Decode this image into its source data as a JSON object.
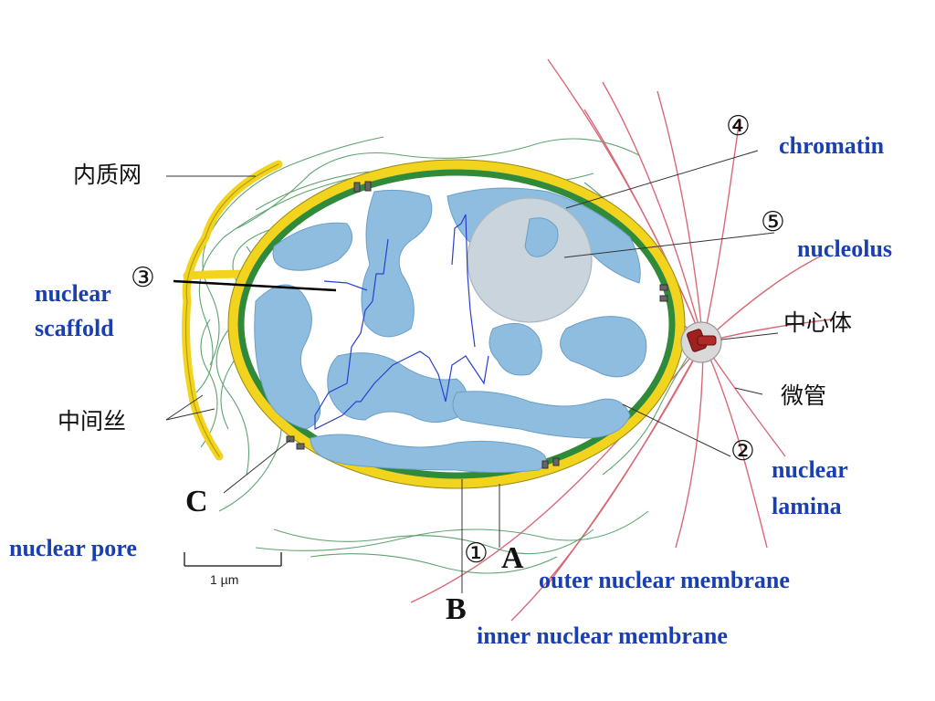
{
  "labels": {
    "chromatin": "chromatin",
    "nucleolus": "nucleolus",
    "nuclear_scaffold_line1": "nuclear",
    "nuclear_scaffold_line2": "scaffold",
    "nuclear_lamina_line1": "nuclear",
    "nuclear_lamina_line2": "lamina",
    "nuclear_pore": "nuclear pore",
    "outer_nuclear_membrane": "outer nuclear membrane",
    "inner_nuclear_membrane": "inner nuclear membrane",
    "endoplasmic_reticulum_cn": "内质网",
    "centrosome_cn": "中心体",
    "microtubule_cn": "微管",
    "intermediate_filament_cn": "中间丝"
  },
  "markers": {
    "n1": "①",
    "n2": "②",
    "n3": "③",
    "n4": "④",
    "n5": "⑤",
    "A": "A",
    "B": "B",
    "C": "C"
  },
  "scale_bar": "1 µm",
  "colors": {
    "label_blue": "#1a3fb0",
    "membrane_yellow": "#f2d41f",
    "lamina_green": "#2f8a3a",
    "chromatin_blue": "#8fbde0",
    "nucleolus_gray": "#c9d4dc",
    "microtubule_red": "#d86a78",
    "filament_green": "#4f9a62"
  }
}
